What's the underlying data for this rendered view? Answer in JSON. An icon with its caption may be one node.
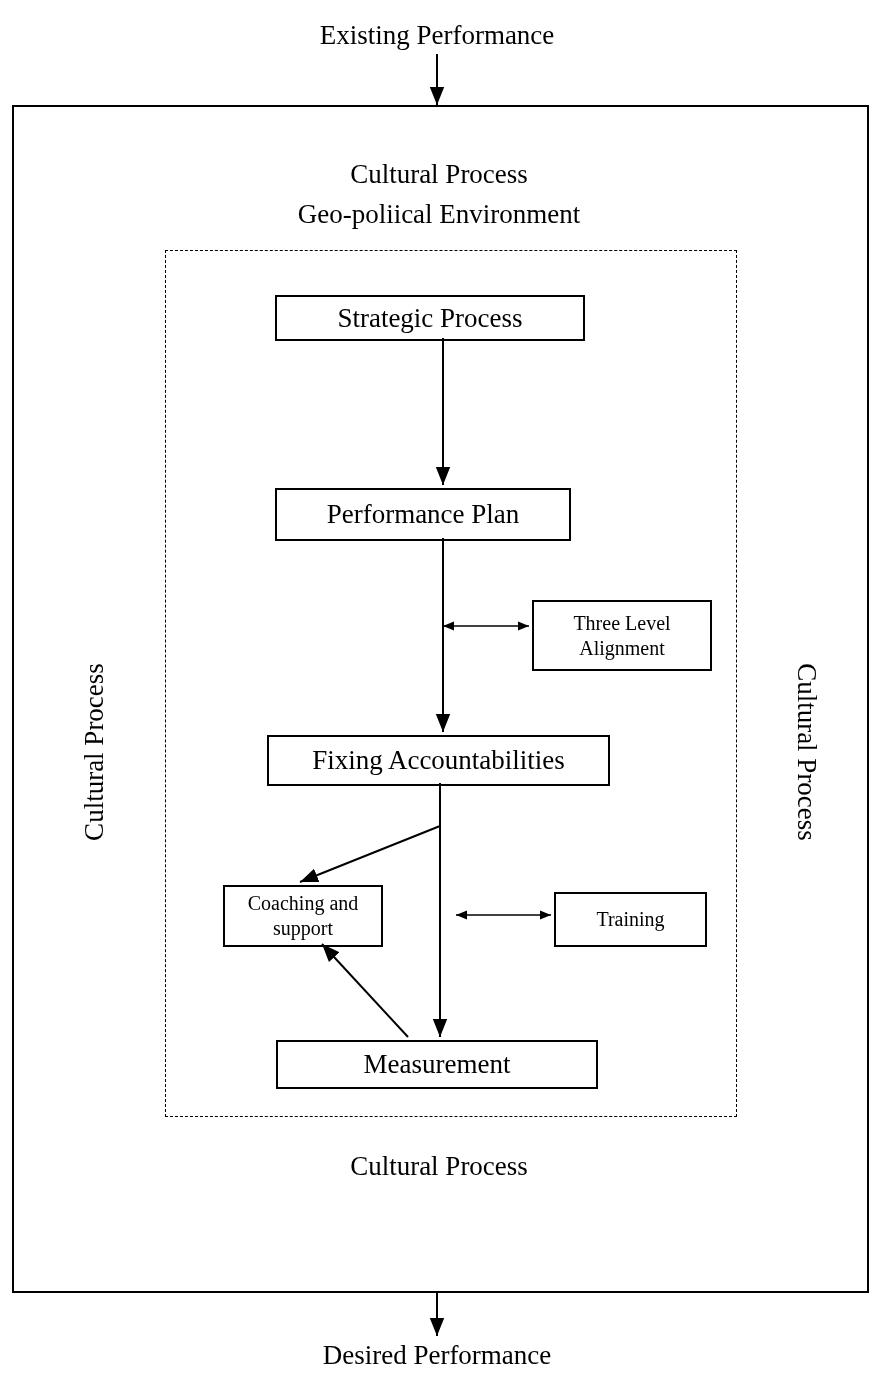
{
  "diagram": {
    "nodes": [
      {
        "text": [
          "Existing Performance"
        ]
      },
      {
        "text": [
          "Cultural Process",
          "Geo-poliical Environment",
          "Cultural Process",
          "Cultural Process",
          "Cultural Process"
        ]
      },
      {
        "text": [],
        "shape": "box",
        "in": 1
      },
      {
        "text": [
          "Strategic Process"
        ],
        "in": 2
      },
      {
        "text": [
          "Performance Plan"
        ],
        "in": 2
      },
      {
        "text": [
          "Three Level Alignment"
        ],
        "in": 2
      },
      {
        "text": [
          "Fixing Accountabilities"
        ],
        "in": 2
      },
      {
        "text": [
          "Coaching and support"
        ],
        "in": 2
      },
      {
        "text": [
          "Training"
        ],
        "in": 2
      },
      {
        "text": [
          "Measurement"
        ],
        "in": 2
      },
      {
        "text": [
          "Desired Performance"
        ]
      }
    ],
    "edges": [
      {
        "from": 0,
        "to": 1,
        "arrow": "to"
      },
      {
        "from": 3,
        "to": 4,
        "arrow": "to"
      },
      {
        "from": 4,
        "to": 6,
        "arrow": "to"
      },
      {
        "from": null,
        "to": 5,
        "arrow": "both"
      },
      {
        "from": 6,
        "to": 9,
        "arrow": "to"
      },
      {
        "from": 6,
        "to": 7,
        "arrow": "to"
      },
      {
        "from": null,
        "to": 8,
        "arrow": "both"
      },
      {
        "from": 9,
        "to": 7,
        "arrow": "to"
      },
      {
        "from": 1,
        "to": 10,
        "arrow": "to"
      }
    ]
  }
}
